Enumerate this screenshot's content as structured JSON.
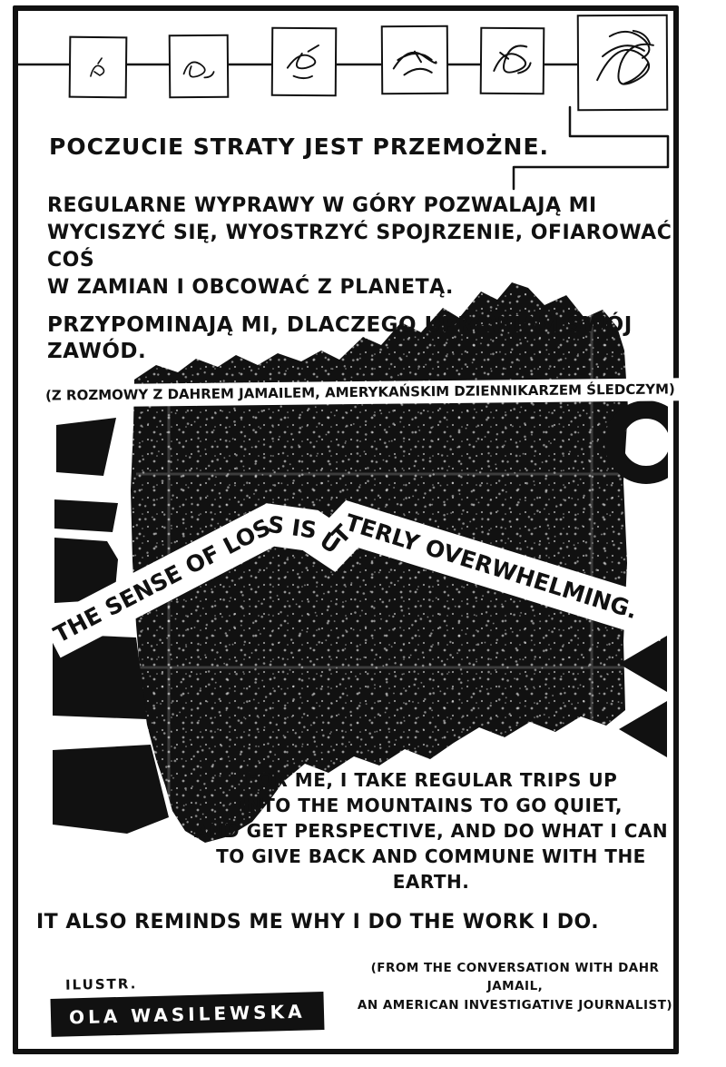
{
  "colors": {
    "ink": "#111111",
    "paper": "#ffffff"
  },
  "storyboard": {
    "frames": [
      "scribble-spark-icon",
      "scribble-loop-icon",
      "scribble-bird-icon",
      "scribble-knot-icon",
      "scribble-tangle-icon",
      "scribble-dense-tangle-icon"
    ]
  },
  "polish": {
    "headline": "POCZUCIE STRATY JEST PRZEMOŻNE.",
    "paragraph": "REGULARNE WYPRAWY W GÓRY POZWALAJĄ MI\nWYCISZYĆ SIĘ, WYOSTRZYĆ SPOJRZENIE, OFIAROWAĆ COŚ\nW ZAMIAN I OBCOWAĆ Z PLANETĄ.",
    "line": "PRZYPOMINAJĄ MI, DLACZEGO UPRAWIAM SWÓJ ZAWÓD.",
    "credit": "(Z ROZMOWY Z DAHREM JAMAILEM, AMERYKAŃSKIM DZIENNIKARZEM ŚLEDCZYM)"
  },
  "ribbon": {
    "text": "THE SENSE OF LOSS  IS  UTTERLY OVERWHELMING."
  },
  "english": {
    "paragraph": "FOR ME, I TAKE REGULAR TRIPS UP\nINTO THE MOUNTAINS TO GO QUIET,\nAND GET PERSPECTIVE, AND DO WHAT I CAN\nTO GIVE BACK AND COMMUNE WITH THE EARTH.",
    "line": "IT ALSO REMINDS ME WHY I DO THE WORK I DO.",
    "credit": "(FROM THE CONVERSATION WITH DAHR JAMAIL,\nAN AMERICAN INVESTIGATIVE JOURNALIST)"
  },
  "credits": {
    "label": "ILUSTR.",
    "artist": "OLA WASILEWSKA"
  }
}
